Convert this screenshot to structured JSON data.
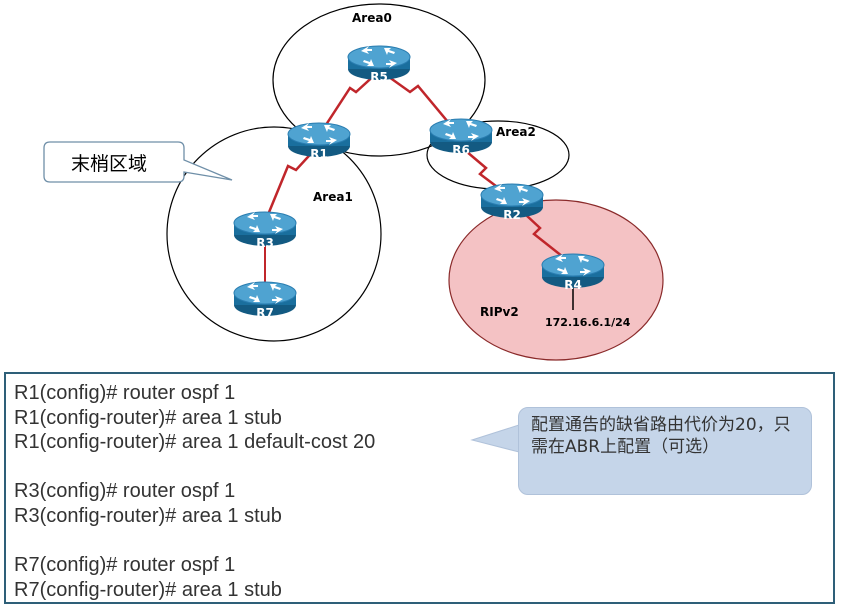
{
  "diagram": {
    "areas": {
      "area0": "Area0",
      "area1": "Area1",
      "area2": "Area2",
      "ripv2": "RIPv2"
    },
    "routers": {
      "r1": "R1",
      "r2": "R2",
      "r3": "R3",
      "r4": "R4",
      "r5": "R5",
      "r6": "R6",
      "r7": "R7"
    },
    "network_label": "172.16.6.1/24",
    "stub_callout": "末梢区域",
    "colors": {
      "router_body": "#1a6f9e",
      "router_top": "#4fa3d1",
      "serial_link": "#c0262b",
      "rip_area_fill": "#f4c2c4",
      "config_border": "#2e5f78",
      "note_fill": "#c5d5e9"
    },
    "icons": {
      "router": "router-icon"
    }
  },
  "config": {
    "lines": [
      "R1(config)# router ospf 1",
      "R1(config-router)# area 1 stub",
      "R1(config-router)# area 1 default-cost 20",
      "",
      "R3(config)# router ospf 1",
      "R3(config-router)# area 1 stub",
      "",
      "R7(config)# router ospf 1",
      "R7(config-router)# area 1 stub"
    ]
  },
  "note": {
    "text": "配置通告的缺省路由代价为20，只需在ABR上配置（可选）"
  }
}
